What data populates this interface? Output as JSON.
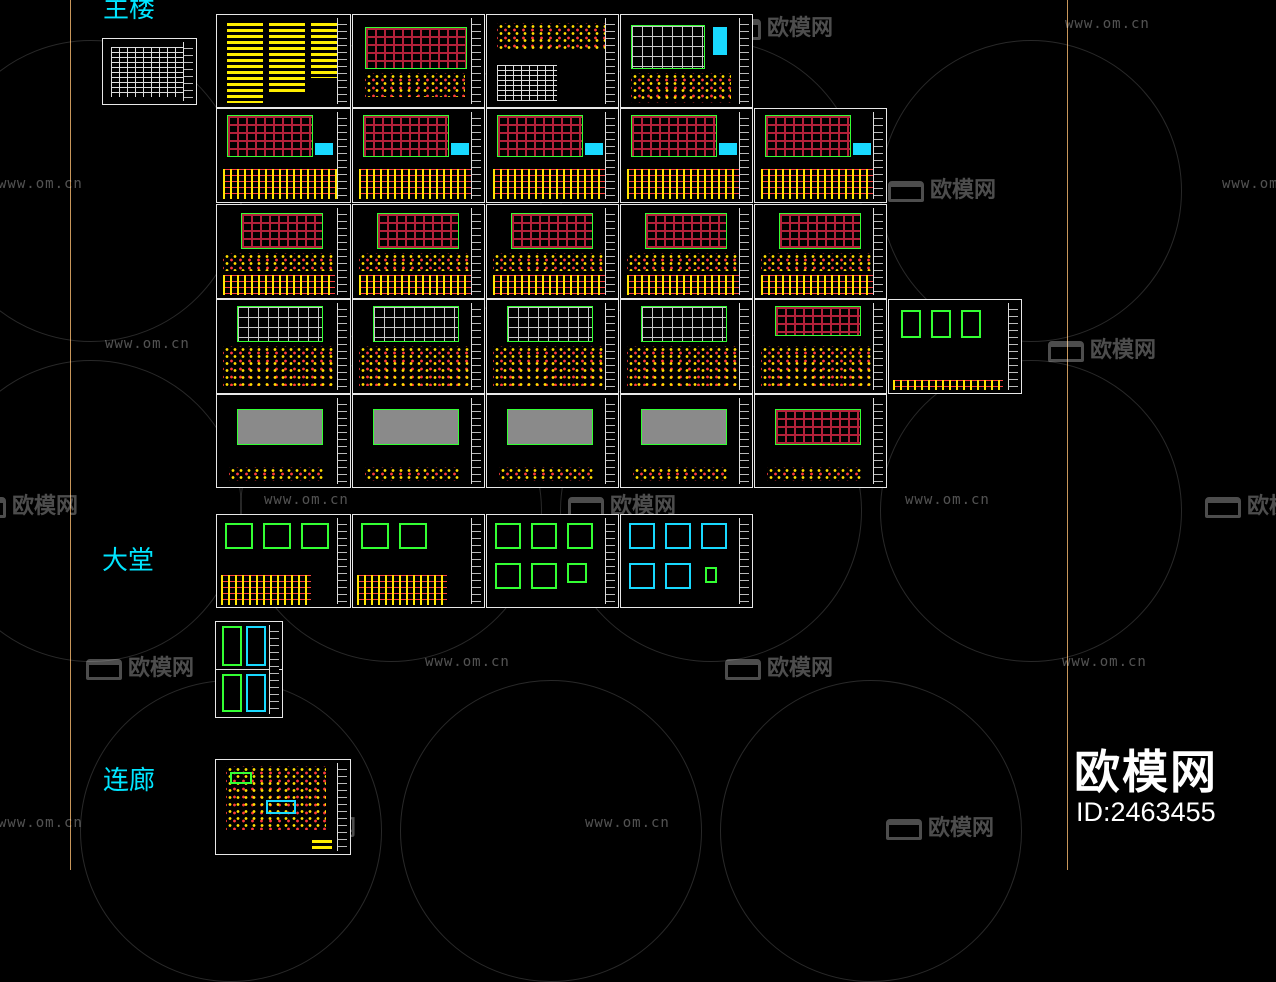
{
  "sections": {
    "main_building": "主楼",
    "lobby": "大堂",
    "corridor": "连廊"
  },
  "watermark": {
    "url": "www.om.cn",
    "logo_text": "欧模网"
  },
  "brand": {
    "name": "欧模网",
    "id_text": "ID:2463455"
  },
  "colors": {
    "background": "#000000",
    "frame_line": "#c8965a",
    "section_label": "#00e5ff",
    "plan_green": "#33ff33",
    "notes_yellow": "#ffee00",
    "beam_red": "#b2213a"
  }
}
